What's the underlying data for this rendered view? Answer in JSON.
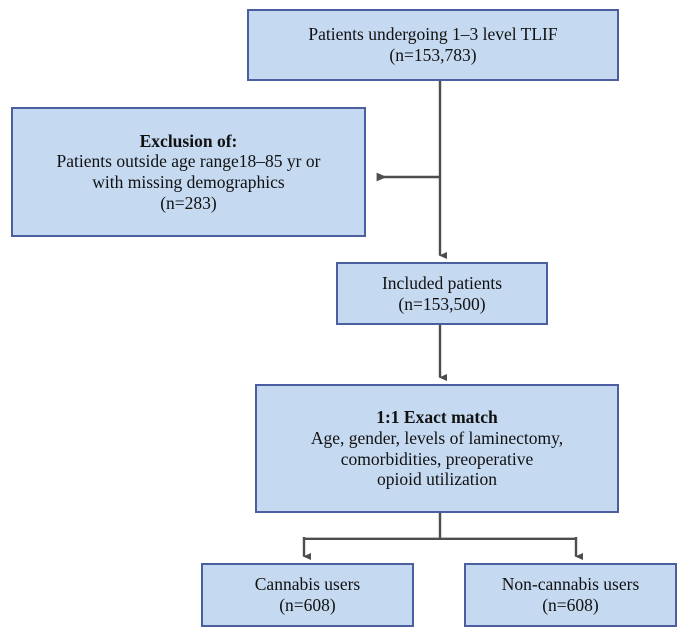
{
  "diagram": {
    "title": "Patient selection flow diagram",
    "style": {
      "box_fill": "#c5d9f1",
      "box_border": "#4a5ea0",
      "connector": "#4d4d4d",
      "text": "#111111",
      "background": "#ffffff"
    },
    "nodes": [
      {
        "id": "cohort",
        "name": "cohort-box",
        "lines": [
          {
            "text": "Patients undergoing 1–3 level TLIF",
            "bold": false
          },
          {
            "text": "(n=153,783)",
            "bold": false
          }
        ],
        "count_label": "n=153,783",
        "count_value": 153783
      },
      {
        "id": "exclusion",
        "name": "exclusion-box",
        "lines": [
          {
            "text": "Exclusion of:",
            "bold": true
          },
          {
            "text": "Patients outside age range18–85 yr or",
            "bold": false
          },
          {
            "text": "with missing demographics",
            "bold": false
          },
          {
            "text": "(n=283)",
            "bold": false
          }
        ],
        "count_label": "n=283",
        "count_value": 283
      },
      {
        "id": "included",
        "name": "included-patients-box",
        "lines": [
          {
            "text": "Included patients",
            "bold": false
          },
          {
            "text": "(n=153,500)",
            "bold": false
          }
        ],
        "count_label": "n=153,500",
        "count_value": 153500
      },
      {
        "id": "match",
        "name": "exact-match-box",
        "lines": [
          {
            "text": "1:1 Exact match",
            "bold": true
          },
          {
            "text": "Age, gender, levels of laminectomy,",
            "bold": false
          },
          {
            "text": "comorbidities, preoperative",
            "bold": false
          },
          {
            "text": "opioid utilization",
            "bold": false
          }
        ]
      },
      {
        "id": "cannabis",
        "name": "cannabis-users-box",
        "lines": [
          {
            "text": "Cannabis users",
            "bold": false
          },
          {
            "text": "(n=608)",
            "bold": false
          }
        ],
        "count_label": "n=608",
        "count_value": 608
      },
      {
        "id": "noncannabis",
        "name": "non-cannabis-users-box",
        "lines": [
          {
            "text": "Non-cannabis users",
            "bold": false
          },
          {
            "text": "(n=608)",
            "bold": false
          }
        ],
        "count_label": "n=608",
        "count_value": 608
      }
    ],
    "edges": [
      {
        "from": "cohort",
        "to": "exclusion",
        "direction": "left",
        "arrow": true
      },
      {
        "from": "cohort",
        "to": "included",
        "direction": "down",
        "arrow": true
      },
      {
        "from": "included",
        "to": "match",
        "direction": "down",
        "arrow": true
      },
      {
        "from": "match",
        "to": "cannabis",
        "direction": "down-split-left",
        "arrow": true
      },
      {
        "from": "match",
        "to": "noncannabis",
        "direction": "down-split-right",
        "arrow": true
      }
    ]
  },
  "text": {
    "cohort_l1": "Patients undergoing 1–3 level TLIF",
    "cohort_l2": "(n=153,783)",
    "exclusion_l1": "Exclusion of:",
    "exclusion_l2": "Patients outside age range18–85 yr or",
    "exclusion_l3": "with missing demographics",
    "exclusion_l4": "(n=283)",
    "included_l1": "Included patients",
    "included_l2": "(n=153,500)",
    "match_l1": "1:1 Exact match",
    "match_l2": "Age, gender, levels of laminectomy,",
    "match_l3": "comorbidities, preoperative",
    "match_l4": "opioid utilization",
    "cannabis_l1": "Cannabis users",
    "cannabis_l2": "(n=608)",
    "noncannabis_l1": "Non-cannabis users",
    "noncannabis_l2": "(n=608)"
  }
}
